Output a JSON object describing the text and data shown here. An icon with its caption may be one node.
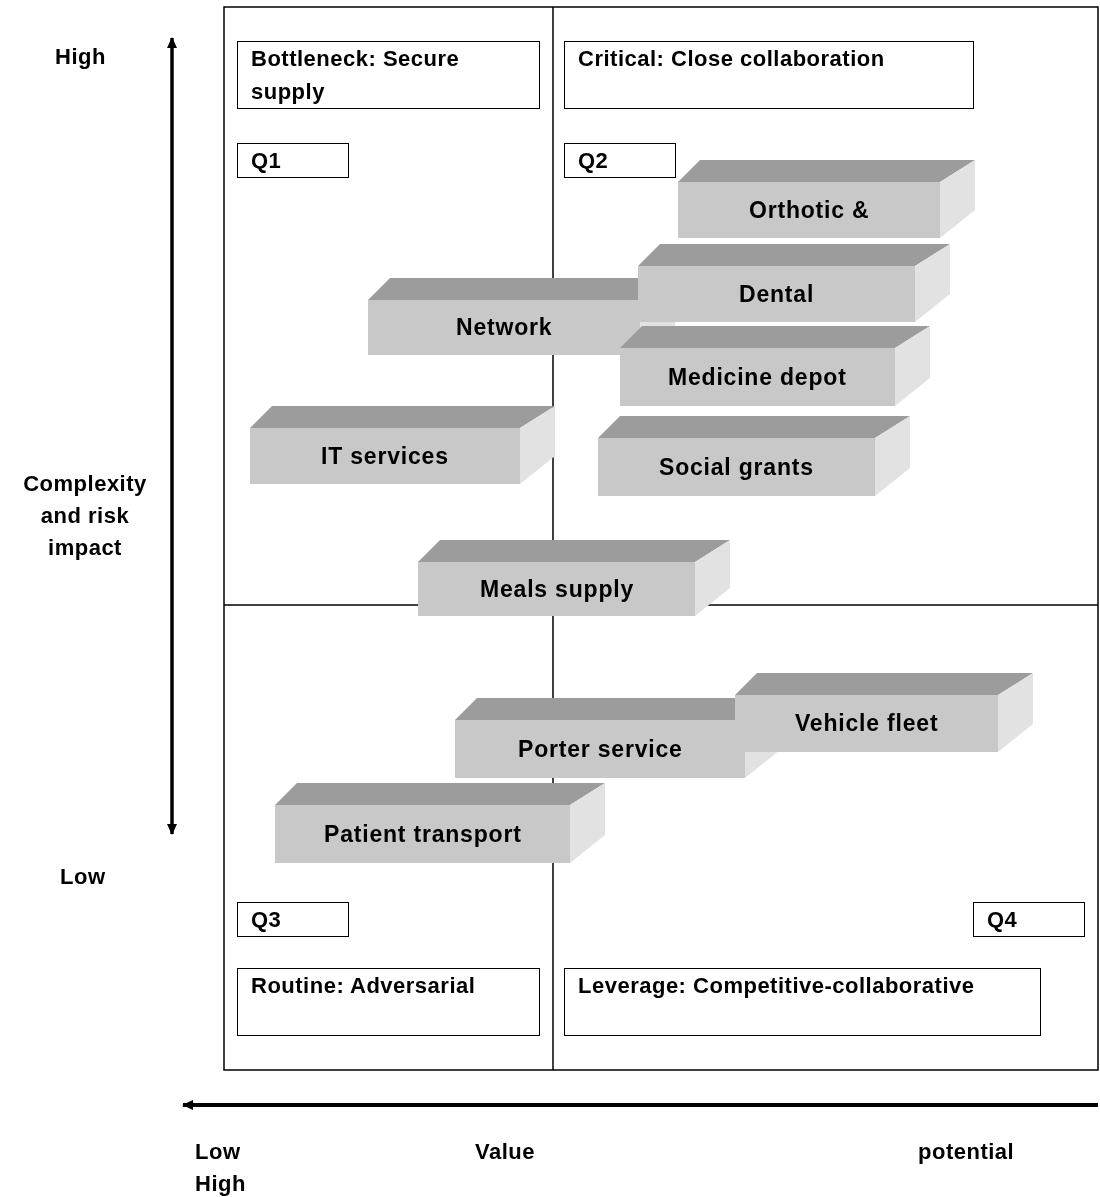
{
  "diagram": {
    "nodes": [
      {
        "text": [
          "Bottleneck: Secure supply"
        ]
      },
      {
        "text": [
          "Critical: Close collaboration"
        ]
      },
      {
        "text": [
          "Q1"
        ]
      },
      {
        "text": [
          "Q2"
        ]
      },
      {
        "text": [
          "Orthotic &"
        ]
      },
      {
        "text": [
          "Dental"
        ]
      },
      {
        "text": [
          "Network"
        ]
      },
      {
        "text": [
          "Medicine depot"
        ]
      },
      {
        "text": [
          "IT services"
        ]
      },
      {
        "text": [
          "Social grants"
        ]
      },
      {
        "text": [
          "Meals supply"
        ]
      },
      {
        "text": [
          "Vehicle fleet"
        ]
      },
      {
        "text": [
          "Porter service"
        ]
      },
      {
        "text": [
          "Patient transport"
        ]
      },
      {
        "text": [
          "Q3"
        ]
      },
      {
        "text": [
          "Q4"
        ]
      },
      {
        "text": [
          "Routine: Adversarial"
        ]
      },
      {
        "text": [
          "Leverage: Competitive-collaborative"
        ]
      }
    ],
    "edges": [],
    "labels": [
      "High",
      "Complexity and risk impact",
      "Low",
      "Low",
      "Value",
      "potential",
      "High"
    ]
  }
}
